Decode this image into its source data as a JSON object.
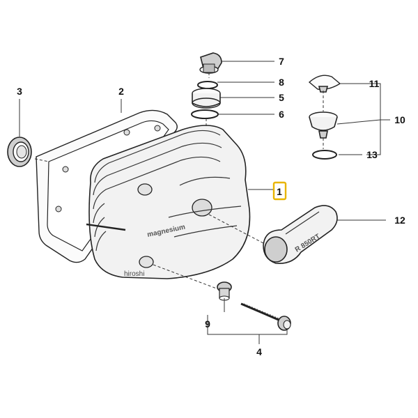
{
  "diagram": {
    "callouts": {
      "c1": "1",
      "c2": "2",
      "c3": "3",
      "c4": "4",
      "c5": "5",
      "c6": "6",
      "c7": "7",
      "c8": "8",
      "c9": "9",
      "c10": "10",
      "c11": "11",
      "c12": "12",
      "c13": "13"
    },
    "emboss_text": "magnesium",
    "guard_text": "R 850RT",
    "watermark": "hiroshi",
    "highlight_color": "#e8b400"
  }
}
